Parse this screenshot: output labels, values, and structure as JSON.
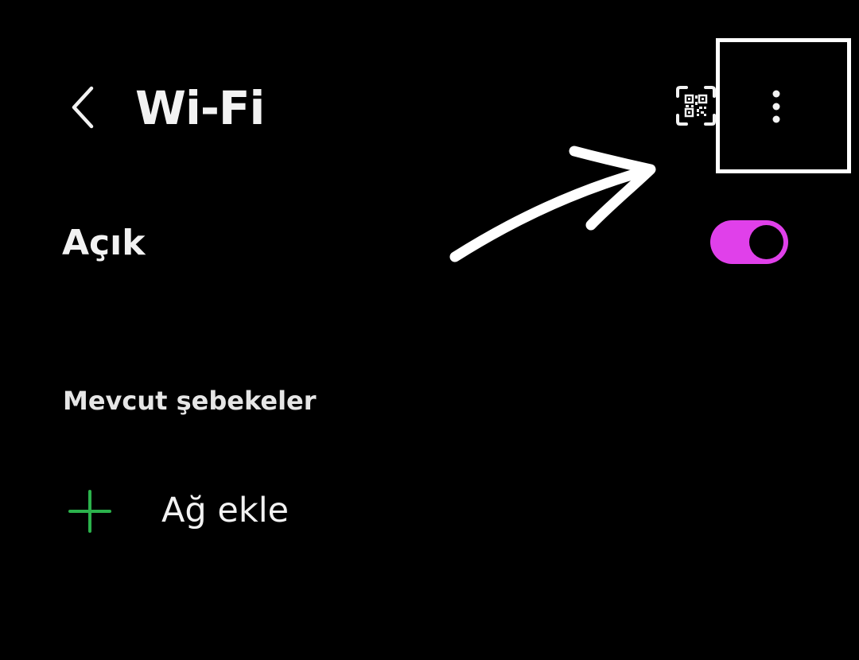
{
  "header": {
    "back_icon": "chevron-left-icon",
    "title": "Wi-Fi",
    "qr_icon": "qr-code-scan-icon",
    "more_icon": "more-vertical-icon"
  },
  "wifi_toggle": {
    "label": "Açık",
    "state": "on",
    "track_color": "#e040ea",
    "knob_color": "#000000"
  },
  "networks": {
    "section_title": "Mevcut şebekeler",
    "add_label": "Ağ ekle",
    "add_icon": "plus-icon",
    "add_icon_color": "#2bb24c"
  },
  "annotation": {
    "arrow": "arrow-icon",
    "box_color": "#ffffff"
  }
}
